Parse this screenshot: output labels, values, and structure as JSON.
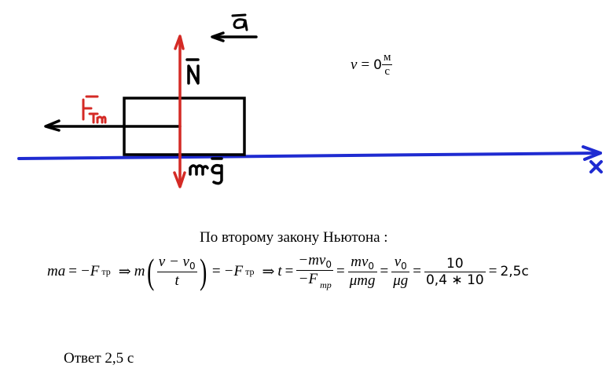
{
  "diagram": {
    "colors": {
      "axis": "#1f2bd1",
      "force_red": "#d42a25",
      "ink": "#000000"
    },
    "labels": {
      "acceleration": "a",
      "normal_force": "N",
      "friction_force": "Fтр",
      "gravity_force": "mg",
      "axis": "x"
    }
  },
  "velocity": {
    "lhs": "v",
    "eq": "=",
    "value": "0",
    "unit_num": "м",
    "unit_den": "с"
  },
  "solution": {
    "title": "По второму закону Ньютона  :",
    "steps": {
      "s1_lhs": "ma",
      "eq": "=",
      "minus_F": "−F",
      "sub_tr": "тр",
      "implies": "⇒",
      "m": "m",
      "frac1_num_v": "v − v",
      "zero": "0",
      "frac1_den": "t",
      "t": "t",
      "frac2_num": "−mv",
      "frac2_den": "−F",
      "frac3_num": "mv",
      "frac3_den": "μmg",
      "frac4_num": "v",
      "frac4_den": "μg",
      "frac5_num": "10",
      "frac5_den": "0,4 ∗ 10",
      "result": "2,5c"
    }
  },
  "answer": "Ответ 2,5 с"
}
